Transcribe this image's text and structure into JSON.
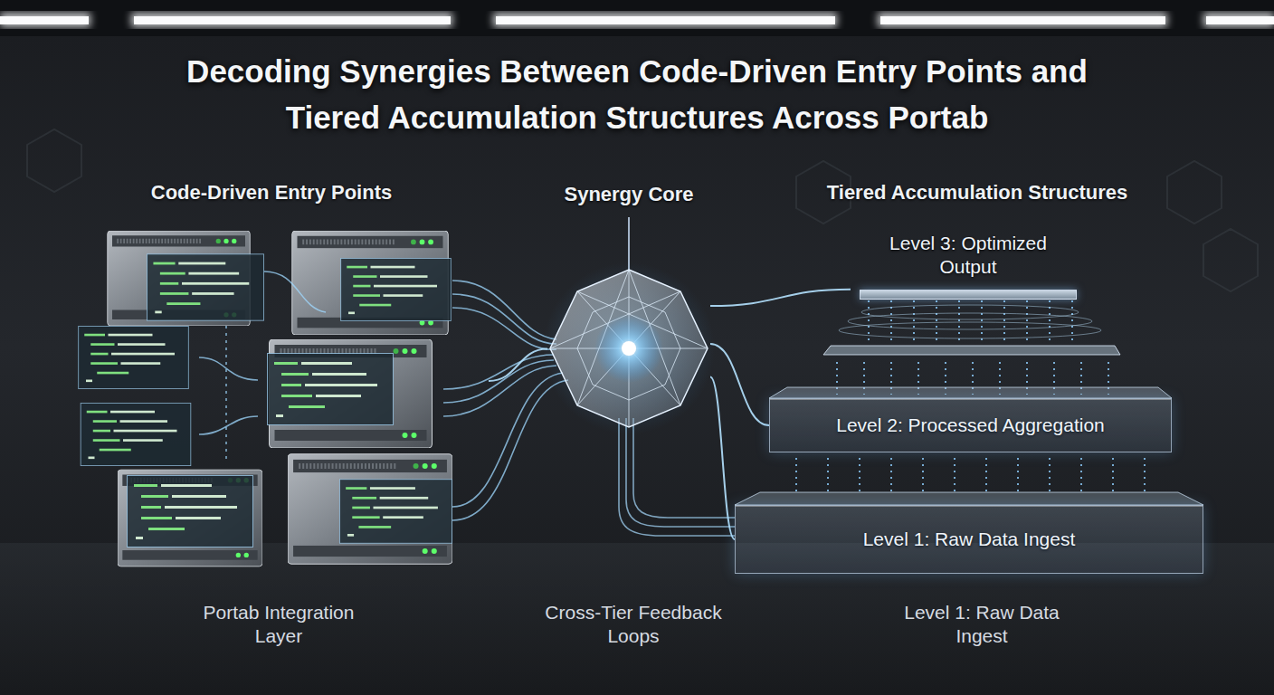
{
  "diagram": {
    "title": "Decoding Synergies Between Code-Driven Entry Points and Tiered Accumulation Structures Across Portab",
    "nodes": [
      {
        "text": [
          "Code-Driven Entry Points"
        ]
      },
      {
        "text": [
          "Synergy Core"
        ]
      },
      {
        "text": [
          "Tiered Accumulation Structures"
        ]
      },
      {
        "text": [
          "Level 3: Optimized Output"
        ],
        "in": 2
      },
      {
        "text": [
          "Level 2: Processed Aggregation"
        ],
        "in": 2
      },
      {
        "text": [
          "Level 1: Raw Data Ingest"
        ],
        "in": 2
      }
    ],
    "edges": [
      {
        "from": 0,
        "to": 1,
        "arrow": "none"
      },
      {
        "from": 1,
        "to": 3,
        "arrow": "none"
      },
      {
        "from": 1,
        "to": 4,
        "arrow": "none"
      },
      {
        "from": 1,
        "to": 5,
        "arrow": "none"
      }
    ],
    "labels": [
      "Portab Integration Layer",
      "Cross-Tier Feedback Loops",
      "Level 1: Raw Data Ingest"
    ]
  }
}
